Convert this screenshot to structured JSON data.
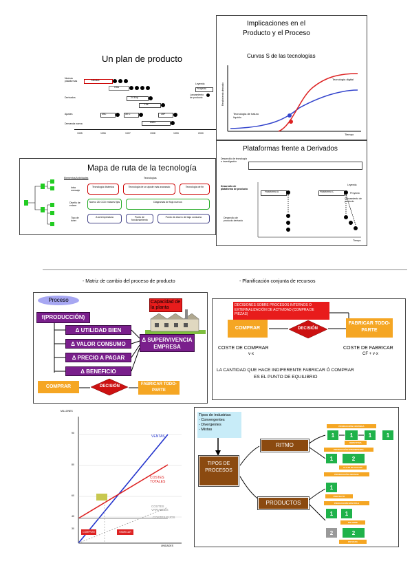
{
  "slide_plan": {
    "title": "Un plan de producto",
    "rows": [
      "Nuevas plataformas",
      "Derivados",
      "Ajustes",
      "Demanda nueva"
    ],
    "bars": [
      "Cámara",
      "Otra",
      "24 Exp",
      "Lite",
      "35C",
      "30 C",
      "35P",
      "Astro"
    ],
    "legend": [
      "Leyenda",
      "Proyecto",
      "Lanzamiento de producto"
    ],
    "years": [
      "1995",
      "1996",
      "1997",
      "1998",
      "1999",
      "2000"
    ]
  },
  "slide_curvas": {
    "title_line1": "Implicaciones en el",
    "title_line2": "Producto y el Proceso",
    "subtitle": "Curvas S de las tecnologías",
    "ylabel": "Rendimiento deseado",
    "xlabel": "Tiempo",
    "label_digital": "Tecnología digital",
    "label_haluro": "Tecnología de haluro líquido"
  },
  "slide_mapa": {
    "title": "Mapa de ruta de la tecnología",
    "col1": "Elementos/Actividades",
    "col2": "Tecnologías",
    "rows": [
      "Intra mensaje",
      "Diseño de enlace",
      "Tipo de tuner"
    ],
    "cells": [
      "Tecnología dinámica",
      "Tecnología de un ajuste más avanzado",
      "Tecnología de fin",
      "Nuevo 2D CCD enlaces fijos",
      "Diagramas de flujo nuevos",
      "A la temperatura",
      "Punto de funcionamiento",
      "Punto de ahorro de bajo consumo"
    ]
  },
  "slide_plataformas": {
    "title": "Plataformas frente a Derivados",
    "row1": "Desarrollo de tecnología e investigación",
    "row2": "Desarrollo de plataforma de producto",
    "row3": "Desarrollo de producto derivado",
    "plat_a": "Plataforma A",
    "plat_c": "Plataforma C",
    "legend": [
      "Leyenda",
      "Proyecto",
      "Lanzamiento de producto"
    ],
    "xlabel": "Tiempo"
  },
  "caption_left": "- Matriz de cambio del proceso de producto",
  "caption_right": "- Planificación conjunta de recursos",
  "slide_proceso": {
    "proceso": "Proceso",
    "f_prod": "f(PRODUCCIÓN)",
    "capacidad": "Capacidad de la planta",
    "items": [
      "Δ UTILIDAD BIEN",
      "Δ VALOR CONSUMO",
      "Δ PRECIO A PAGAR",
      "Δ BENEFICIO"
    ],
    "supervivencia": "Δ SUPERVIVENCIA EMPRESA",
    "comprar": "COMPRAR",
    "decision": "DECISIÓN",
    "fabricar": "FABRICAR TODO-PARTE"
  },
  "slide_decisiones": {
    "header": "DECISIONES SOBRE PROCESOS INTERNOS O EXTERNALIZACIÓN DE ACTIVIDAD (COMPRA DE PIEZAS)",
    "comprar": "COMPRAR",
    "decision": "DECISIÓN",
    "fabricar": "FABRICAR TODO-PARTE",
    "coste_comprar": "COSTE DE COMPRAR",
    "coste_comprar_f": "v·x",
    "coste_fabricar": "COSTE DE FABRICAR",
    "coste_fabricar_f": "CF + v·x",
    "conclusion_1": "LA CANTIDAD QUE HACE INDIFERENTE FABRICAR Ó COMPRAR",
    "conclusion_2": "ES EL PUNTO DE EQUILIBRIO"
  },
  "chart_data": {
    "type": "line",
    "ylabel": "MILLONES",
    "xlabel": "UNIDADES",
    "yticks": [
      "90",
      "80",
      "60",
      "40",
      "30"
    ],
    "series": [
      {
        "name": "VENTAS"
      },
      {
        "name": "COSTES TOTALES"
      },
      {
        "name": "COSTES VARIABLES"
      },
      {
        "name": "COSTES FIJOS"
      }
    ],
    "markers": [
      "COMPRAR",
      "FABRICAR"
    ],
    "colors": {
      "ventas": "#2233cc",
      "costes_totales": "#dd2222",
      "fijos": "#888888"
    }
  },
  "slide_tipos": {
    "info_title": "Tipos de industrias:",
    "info_items": [
      "- Convergentes",
      "- Divergentes",
      "- Mixtas"
    ],
    "tipos": "TIPOS DE PROCESOS",
    "ritmo": "RITMO",
    "productos": "PRODUCTOS",
    "tags": [
      "PRODUCCIÓN CONTINUA",
      "REPETITIVA",
      "PRODUCCIÓN INTERMITENTE",
      "FLUJO DE TALLER",
      "PRODUCCIÓN UNITARIA",
      "PROYECTO",
      "PRODUCCIÓN MÚLTIPLE",
      "EN SERIE",
      "EN MASA"
    ],
    "nums": [
      "1",
      "1",
      "1",
      "1",
      "1",
      "2",
      "1",
      "1",
      "1",
      "2",
      "2"
    ]
  }
}
